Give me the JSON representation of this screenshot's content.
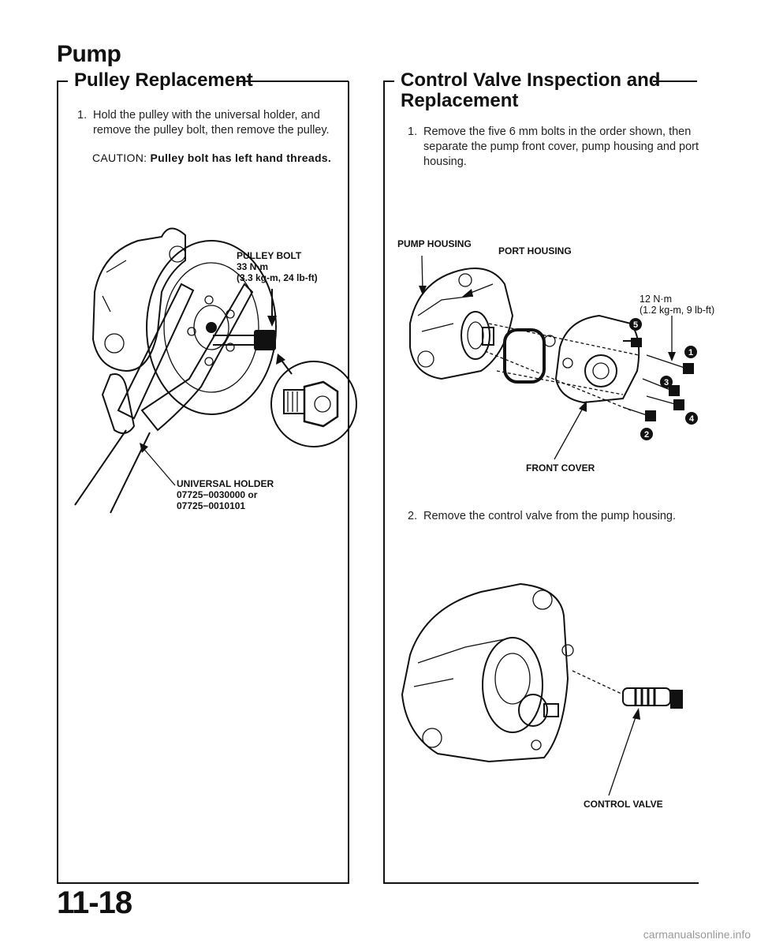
{
  "page": {
    "title": "Pump",
    "page_number": "11-18",
    "footer": "carmanualsonline.info"
  },
  "left": {
    "heading": "Pulley Replacement",
    "step1_num": "1.",
    "step1_text": "Hold the pulley with the universal holder, and remove the pulley bolt, then remove the pulley.",
    "caution_label": "CAUTION:",
    "caution_text": "Pulley bolt has left hand threads.",
    "labels": {
      "pulley_bolt_1": "PULLEY BOLT",
      "pulley_bolt_2": "33 N·m",
      "pulley_bolt_3": "(3.3 kg-m, 24 lb-ft)",
      "holder_1": "UNIVERSAL HOLDER",
      "holder_2": "07725−0030000 or",
      "holder_3": "07725−0010101"
    }
  },
  "right": {
    "heading_1": "Control Valve Inspection and",
    "heading_2": "Replacement",
    "step1_num": "1.",
    "step1_text": "Remove the five 6 mm bolts in the order shown, then separate the pump front cover, pump housing and port housing.",
    "step2_num": "2.",
    "step2_text": "Remove the control valve from the pump housing.",
    "labels": {
      "pump_housing": "PUMP HOUSING",
      "port_housing": "PORT HOUSING",
      "torque_1": "12 N·m",
      "torque_2": "(1.2 kg-m, 9 lb-ft)",
      "front_cover": "FRONT COVER",
      "control_valve": "CONTROL VALVE"
    },
    "bolt_order": [
      "1",
      "2",
      "3",
      "4",
      "5"
    ]
  }
}
